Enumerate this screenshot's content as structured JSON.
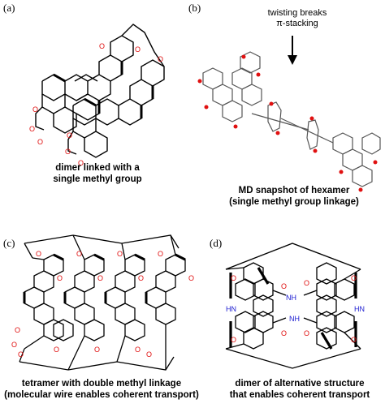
{
  "panels": {
    "a": {
      "label": "(a)",
      "caption_line1": "dimer linked with a",
      "caption_line2": "single methyl group"
    },
    "b": {
      "label": "(b)",
      "caption_line1": "MD snapshot of hexamer",
      "caption_line2": "(single methyl group linkage)",
      "annotation_line1": "twisting breaks",
      "annotation_line2": "π-stacking"
    },
    "c": {
      "label": "(c)",
      "caption_line1": "tetramer with double methyl linkage",
      "caption_line2": "(molecular wire enables coherent transport)"
    },
    "d": {
      "label": "(d)",
      "caption_line1": "dimer of alternative structure",
      "caption_line2": "that enables coherent transport",
      "atom_labels": [
        "HN",
        "NH",
        "NH",
        "HN"
      ]
    }
  },
  "colors": {
    "oxygen": "#e01010",
    "nitrogen": "#1a1ad0",
    "bond": "#000000"
  }
}
